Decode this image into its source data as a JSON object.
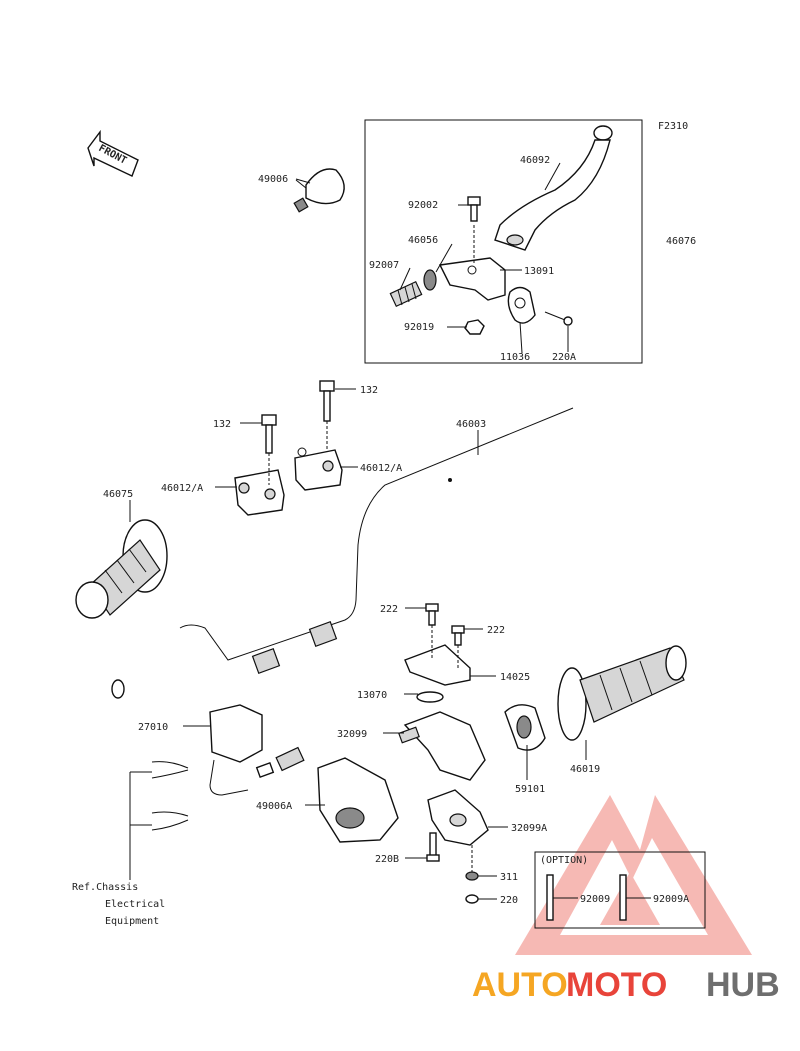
{
  "figure_code": "F2310",
  "front_label": "FRONT",
  "option_box_title": "(OPTION)",
  "reference_note": [
    "Ref.Chassis",
    "Electrical",
    "Equipment"
  ],
  "part_labels": {
    "p49006": "49006",
    "p46092": "46092",
    "p92002": "92002",
    "p46056": "46056",
    "p46076": "46076",
    "p92007": "92007",
    "p13091": "13091",
    "p92019": "92019",
    "p11036": "11036",
    "p220A": "220A",
    "p132_top": "132",
    "p132_left": "132",
    "p46003": "46003",
    "p46012A_right": "46012/A",
    "p46012A_left": "46012/A",
    "p46075": "46075",
    "p222_top": "222",
    "p222_right": "222",
    "p14025": "14025",
    "p13070": "13070",
    "p27010": "27010",
    "p32099": "32099",
    "p59101": "59101",
    "p46019": "46019",
    "p49006A": "49006A",
    "p32099A": "32099A",
    "p220B": "220B",
    "p311": "311",
    "p220": "220",
    "p92009": "92009",
    "p92009A": "92009A"
  },
  "watermark": {
    "part1": "AUTO",
    "part2": "MOTO",
    "part3": "HUB",
    "colors": {
      "orange": "#f5a623",
      "red": "#e8443a",
      "gray": "#6e6e6e",
      "logo": "#f28b82"
    }
  }
}
